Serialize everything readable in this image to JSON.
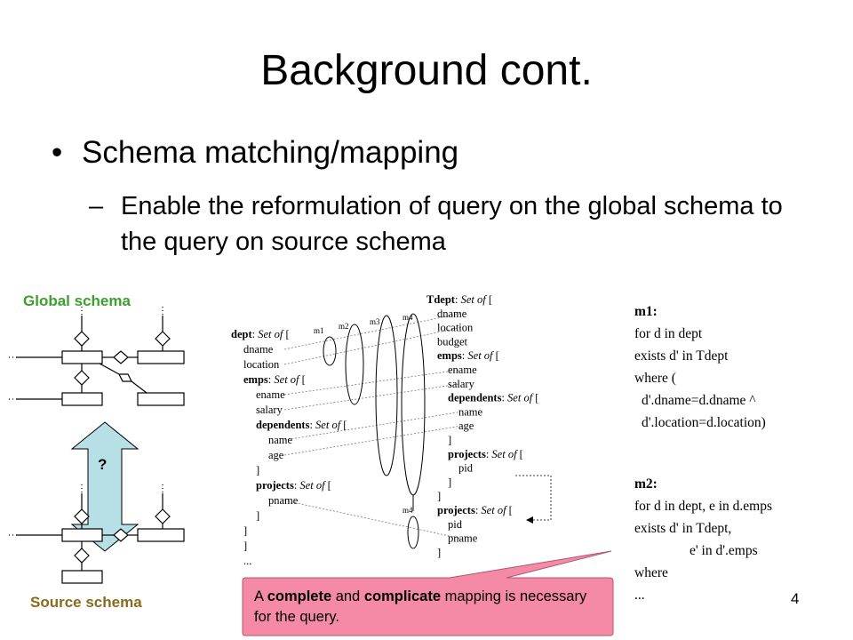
{
  "slide": {
    "title": "Background cont.",
    "bullet": "Schema matching/mapping",
    "sub_bullet": "Enable the reformulation of query on the global schema to the query on source schema",
    "page_number": "4"
  },
  "er_diagram": {
    "global_label": "Global schema",
    "source_label": "Source schema",
    "question_mark": "?",
    "colors": {
      "global": "#3aa02e",
      "source": "#8a6a1c",
      "arrow_fill": "#b7e0e6"
    }
  },
  "nested_schema": {
    "source": [
      {
        "pre": "",
        "bold": "dept",
        "mid": ": ",
        "ital": "Set of",
        "post": " ["
      },
      {
        "pre": "dname",
        "bold": "",
        "mid": "",
        "ital": "",
        "post": ""
      },
      {
        "pre": "location",
        "bold": "",
        "mid": "",
        "ital": "",
        "post": ""
      },
      {
        "pre": "",
        "bold": "emps",
        "mid": ": ",
        "ital": "Set of",
        "post": " ["
      },
      {
        "pre": "ename",
        "bold": "",
        "mid": "",
        "ital": "",
        "post": ""
      },
      {
        "pre": "salary",
        "bold": "",
        "mid": "",
        "ital": "",
        "post": ""
      },
      {
        "pre": "",
        "bold": "dependents",
        "mid": ": ",
        "ital": "Set of",
        "post": " ["
      },
      {
        "pre": "name",
        "bold": "",
        "mid": "",
        "ital": "",
        "post": ""
      },
      {
        "pre": "age",
        "bold": "",
        "mid": "",
        "ital": "",
        "post": ""
      },
      {
        "pre": "]",
        "bold": "",
        "mid": "",
        "ital": "",
        "post": ""
      },
      {
        "pre": "",
        "bold": "projects",
        "mid": ": ",
        "ital": "Set of",
        "post": " ["
      },
      {
        "pre": "pname",
        "bold": "",
        "mid": "",
        "ital": "",
        "post": ""
      },
      {
        "pre": "]",
        "bold": "",
        "mid": "",
        "ital": "",
        "post": ""
      },
      {
        "pre": "]",
        "bold": "",
        "mid": "",
        "ital": "",
        "post": ""
      },
      {
        "pre": "]",
        "bold": "",
        "mid": "",
        "ital": "",
        "post": ""
      },
      {
        "pre": "...",
        "bold": "",
        "mid": "",
        "ital": "",
        "post": ""
      }
    ],
    "target": [
      {
        "pre": "",
        "bold": "Tdept",
        "mid": ": ",
        "ital": "Set of",
        "post": " ["
      },
      {
        "pre": "dname",
        "bold": "",
        "mid": "",
        "ital": "",
        "post": ""
      },
      {
        "pre": "location",
        "bold": "",
        "mid": "",
        "ital": "",
        "post": ""
      },
      {
        "pre": "budget",
        "bold": "",
        "mid": "",
        "ital": "",
        "post": ""
      },
      {
        "pre": "",
        "bold": "emps",
        "mid": ": ",
        "ital": "Set of",
        "post": " ["
      },
      {
        "pre": "ename",
        "bold": "",
        "mid": "",
        "ital": "",
        "post": ""
      },
      {
        "pre": "salary",
        "bold": "",
        "mid": "",
        "ital": "",
        "post": ""
      },
      {
        "pre": "",
        "bold": "dependents",
        "mid": ": ",
        "ital": "Set of",
        "post": " ["
      },
      {
        "pre": "name",
        "bold": "",
        "mid": "",
        "ital": "",
        "post": ""
      },
      {
        "pre": "age",
        "bold": "",
        "mid": "",
        "ital": "",
        "post": ""
      },
      {
        "pre": "]",
        "bold": "",
        "mid": "",
        "ital": "",
        "post": ""
      },
      {
        "pre": "",
        "bold": "projects",
        "mid": ": ",
        "ital": "Set of",
        "post": " ["
      },
      {
        "pre": "pid",
        "bold": "",
        "mid": "",
        "ital": "",
        "post": ""
      },
      {
        "pre": "]",
        "bold": "",
        "mid": "",
        "ital": "",
        "post": ""
      },
      {
        "pre": "]",
        "bold": "",
        "mid": "",
        "ital": "",
        "post": ""
      },
      {
        "pre": "",
        "bold": "projects",
        "mid": ": ",
        "ital": "Set of",
        "post": " ["
      },
      {
        "pre": "pid",
        "bold": "",
        "mid": "",
        "ital": "",
        "post": ""
      },
      {
        "pre": "pname",
        "bold": "",
        "mid": "",
        "ital": "",
        "post": ""
      },
      {
        "pre": "]",
        "bold": "",
        "mid": "",
        "ital": "",
        "post": ""
      }
    ],
    "mapping_labels": [
      "m1",
      "m2",
      "m3",
      "m4",
      "m4"
    ]
  },
  "mappings": {
    "m1": [
      "m1:",
      "for d in dept",
      "exists d' in Tdept",
      "where (",
      "d'.dname=d.dname ^",
      "d'.location=d.location)"
    ],
    "m2": [
      "m2:",
      "for d in dept, e in d.emps",
      "exists d' in Tdept,",
      "e' in d'.emps",
      "where",
      "..."
    ]
  },
  "callout": {
    "pre": "A ",
    "bold1": "complete",
    "mid": " and ",
    "bold2": "complicate",
    "post": " mapping is necessary for the query.",
    "fill": "#f48aa6"
  }
}
